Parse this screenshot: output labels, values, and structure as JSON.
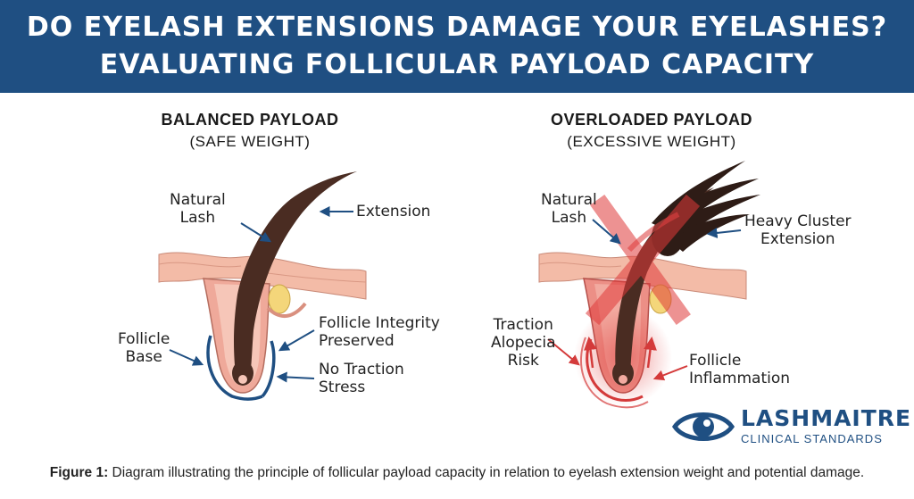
{
  "header": {
    "title_line1": "DO EYELASH EXTENSIONS DAMAGE YOUR EYELASHES?",
    "title_line2": "EVALUATING FOLLICULAR PAYLOAD CAPACITY"
  },
  "left_panel": {
    "title": "BALANCED PAYLOAD",
    "subtitle": "(SAFE WEIGHT)",
    "labels": {
      "natural_lash": "Natural\nLash",
      "extension": "Extension",
      "follicle_base": "Follicle\nBase",
      "follicle_integrity": "Follicle Integrity\nPreserved",
      "no_traction": "No Traction\nStress"
    }
  },
  "right_panel": {
    "title": "OVERLOADED PAYLOAD",
    "subtitle": "(EXCESSIVE WEIGHT)",
    "labels": {
      "natural_lash": "Natural\nLash",
      "heavy_cluster": "Heavy Cluster\nExtension",
      "traction_alopecia": "Traction\nAlopecia\nRisk",
      "follicle_inflammation": "Follicle\nInflammation"
    }
  },
  "brand": {
    "name": "LASHMAITRE",
    "tagline": "CLINICAL STANDARDS",
    "icon": "eye-icon"
  },
  "caption": {
    "prefix": "Figure 1:",
    "text": " Diagram illustrating the principle of follicular payload capacity in relation to eyelash extension weight and potential damage."
  },
  "colors": {
    "banner": "#1f4f82",
    "arrow_blue": "#1f4f82",
    "warning_red": "#d43a3a",
    "lash": "#4a2c22",
    "skin": "#f2b8a4"
  }
}
